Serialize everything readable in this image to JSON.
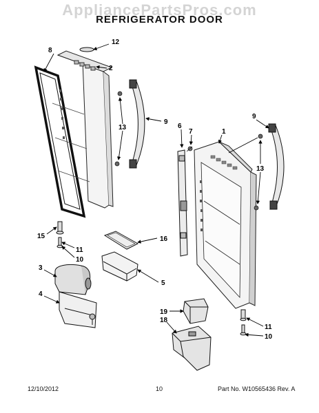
{
  "watermark": "AppliancePartsPros.com",
  "title": "REFRIGERATOR DOOR",
  "callouts": {
    "c1": "1",
    "c2": "2",
    "c3": "3",
    "c4": "4",
    "c5": "5",
    "c6": "6",
    "c7": "7",
    "c8": "8",
    "c9a": "9",
    "c9b": "9",
    "c10a": "10",
    "c10b": "10",
    "c11a": "11",
    "c11b": "11",
    "c12": "12",
    "c13a": "13",
    "c13b": "13",
    "c15": "15",
    "c16": "16",
    "c18": "18",
    "c19": "19"
  },
  "footer": {
    "date": "12/10/2012",
    "page": "10",
    "part_no": "Part No. W10565436  Rev. A"
  }
}
